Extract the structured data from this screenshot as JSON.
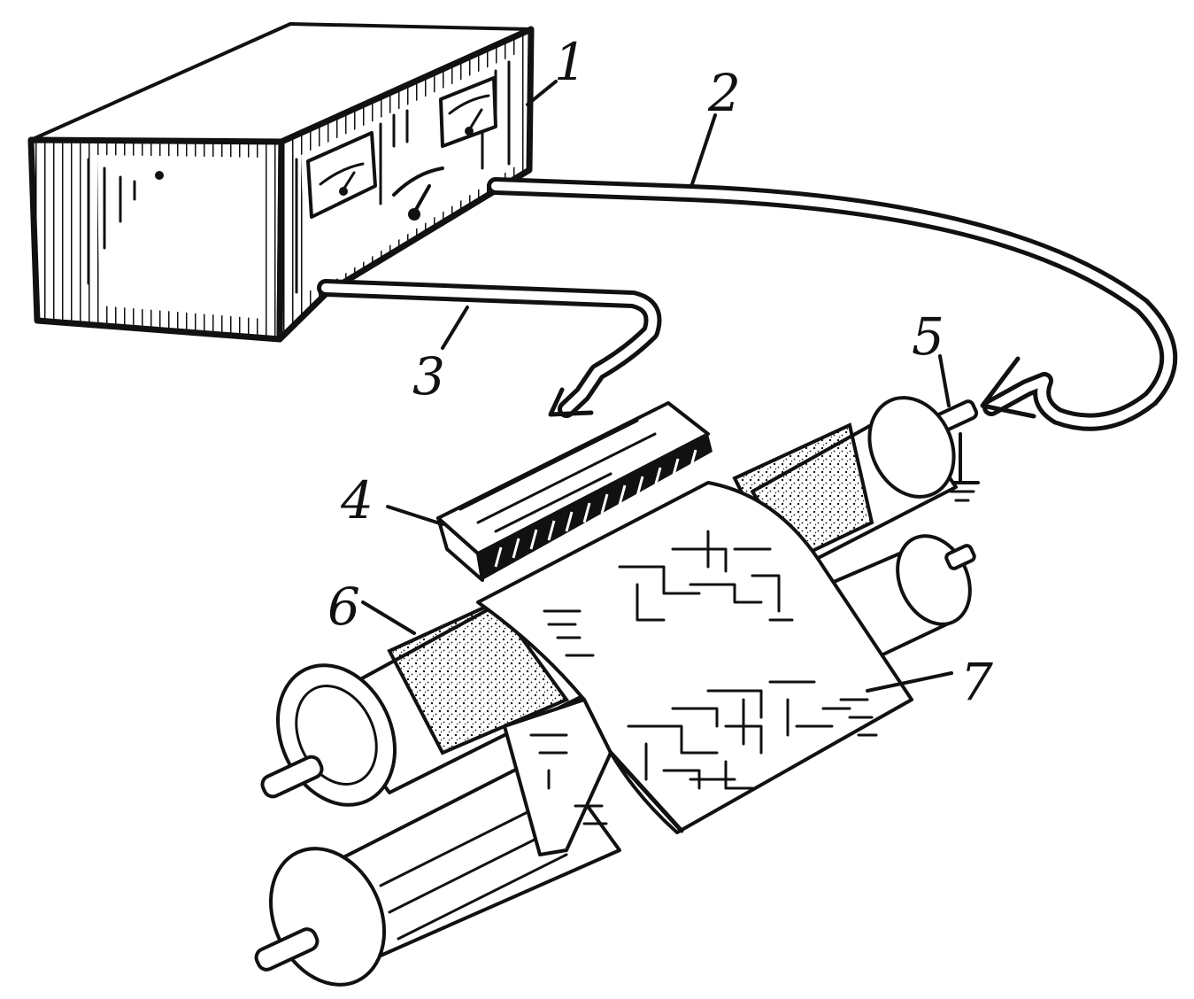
{
  "callouts": {
    "c1": "1",
    "c2": "2",
    "c3": "3",
    "c4": "4",
    "c5": "5",
    "c6": "6",
    "c7": "7"
  },
  "colors": {
    "ink": "#111111",
    "background": "#ffffff"
  }
}
